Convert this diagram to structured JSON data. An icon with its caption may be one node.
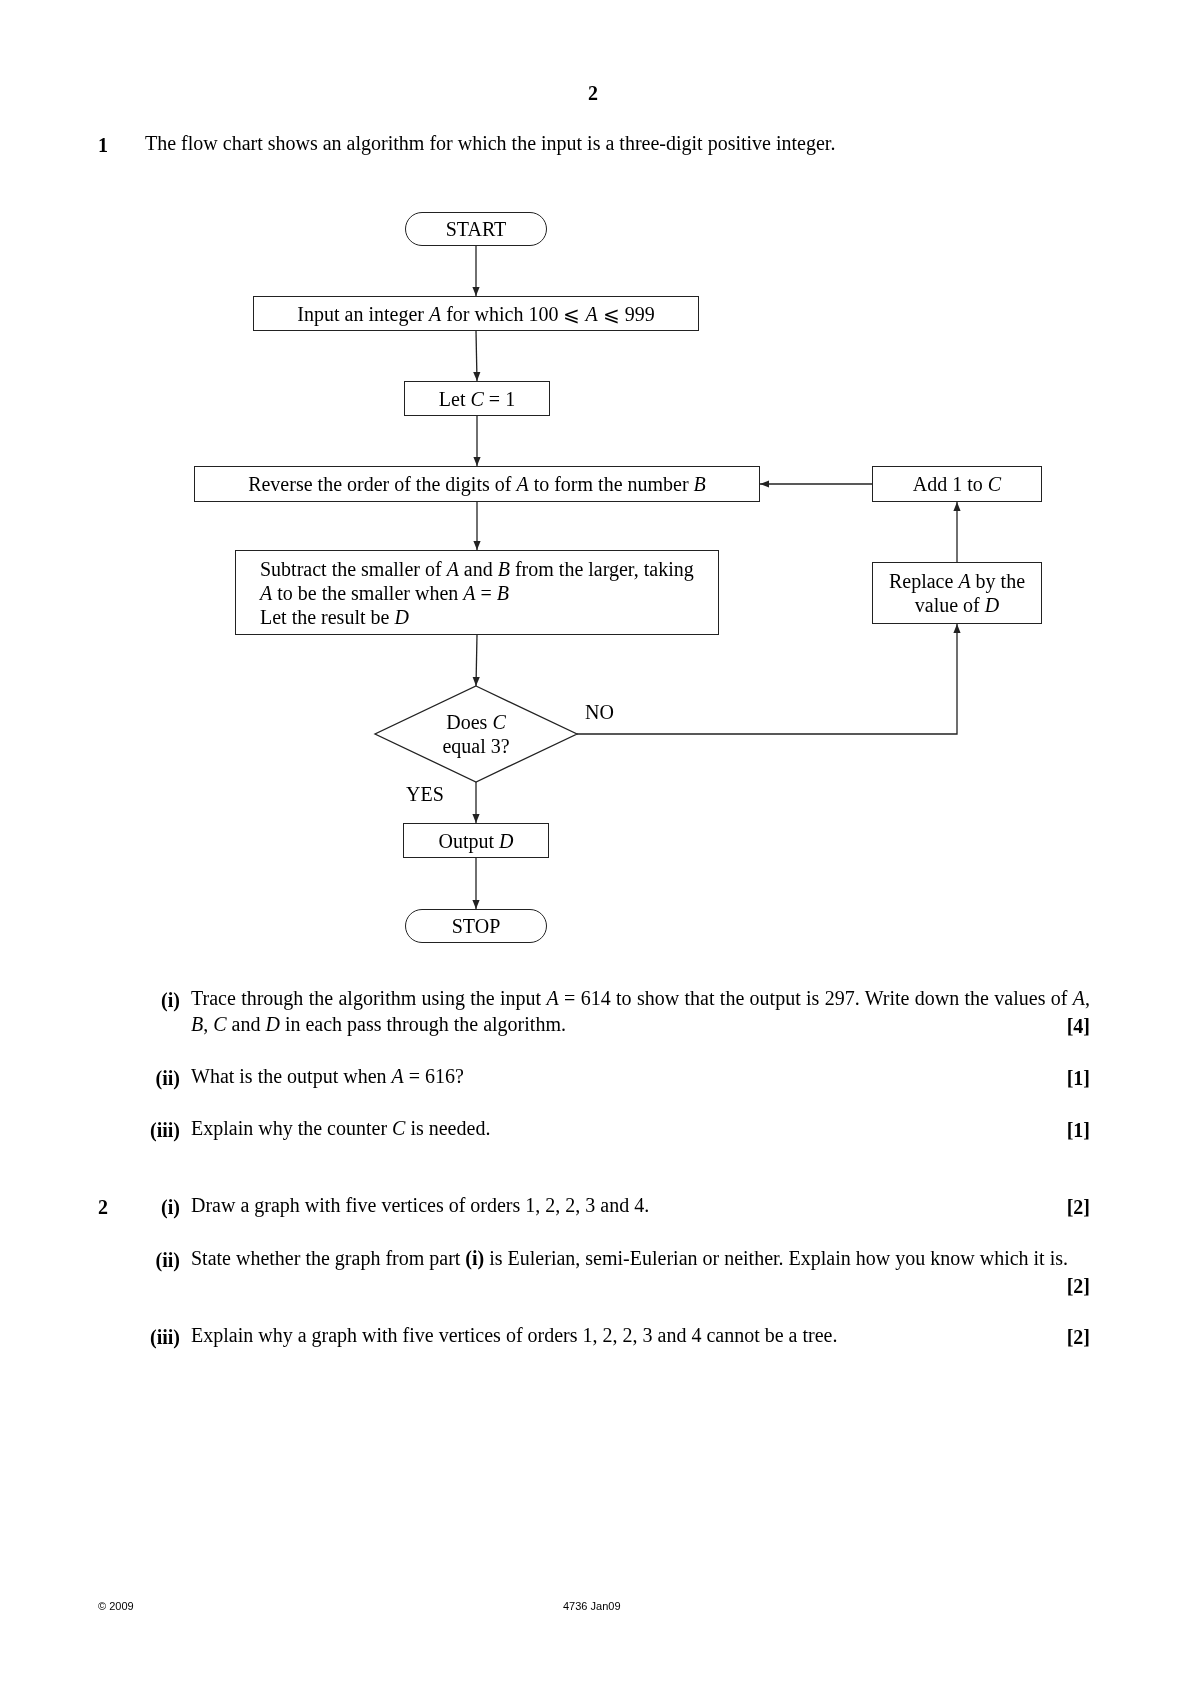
{
  "diagram": {
    "nodes": [
      {
        "text": [
          "START"
        ]
      },
      {
        "text": [
          "Input an integer *A* for which 100 ⩽ *A* ⩽ 999"
        ]
      },
      {
        "text": [
          "Let *C* = 1"
        ]
      },
      {
        "text": [
          "Reverse the order of the digits of *A* to form the number *B*"
        ]
      },
      {
        "text": [
          "Add 1 to *C*"
        ]
      },
      {
        "text": [
          "Subtract the smaller of *A* and *B* from the larger, taking *A* to be the smaller when *A* = *B*",
          "Let the result be *D*"
        ]
      },
      {
        "text": [
          "Replace *A* by the value of *D*"
        ]
      },
      {
        "text": [
          "Does *C* equal 3?"
        ]
      },
      {
        "text": [
          "Output *D*"
        ]
      },
      {
        "text": [
          "STOP"
        ]
      }
    ],
    "edges": [
      {
        "from": 0,
        "to": 1,
        "arrow": "to"
      },
      {
        "from": 1,
        "to": 2,
        "arrow": "to"
      },
      {
        "from": 2,
        "to": 3,
        "arrow": "to"
      },
      {
        "from": 3,
        "to": 5,
        "arrow": "to"
      },
      {
        "from": 5,
        "to": 7,
        "arrow": "to"
      },
      {
        "from": 7,
        "to": 6,
        "arrow": "to",
        "label": "NO"
      },
      {
        "from": 6,
        "to": 4,
        "arrow": "to"
      },
      {
        "from": 4,
        "to": 3,
        "arrow": "to"
      },
      {
        "from": 7,
        "to": 8,
        "arrow": "to",
        "label": "YES"
      },
      {
        "from": 8,
        "to": 9,
        "arrow": "to"
      }
    ],
    "labels": [
      "2",
      "1",
      "The flow chart shows an algorithm for which the input is a three-digit positive integer.",
      "(i)",
      "Trace through the algorithm using the input *A* = 614 to show that the output is 297. Write down the values of *A*, *B*, *C* and *D* in each pass through the algorithm.",
      "[4]",
      "(ii)",
      "What is the output when *A* = 616?",
      "[1]",
      "(iii)",
      "Explain why the counter *C* is needed.",
      "[1]",
      "2",
      "(i)",
      "Draw a graph with five vertices of orders 1, 2, 2, 3 and 4.",
      "[2]",
      "(ii)",
      "State whether the graph from part **(i)** is Eulerian, semi-Eulerian or neither. Explain how you know which it is.",
      "[2]",
      "(iii)",
      "Explain why a graph with five vertices of orders 1, 2, 2, 3 and 4 cannot be a tree.",
      "[2]",
      "© 2009",
      "4736 Jan09"
    ]
  }
}
